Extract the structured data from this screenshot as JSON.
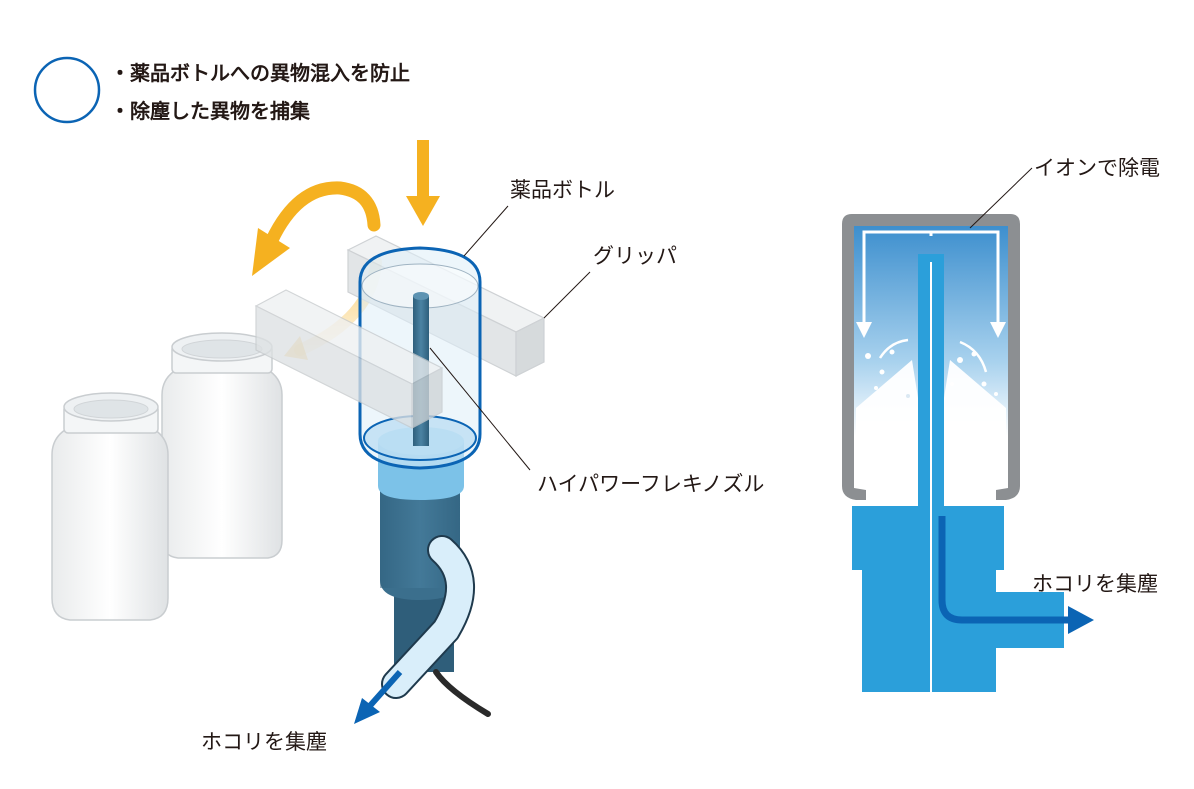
{
  "header": {
    "bullets": [
      "・薬品ボトルへの異物混入を防止",
      "・除塵した異物を捕集"
    ]
  },
  "labels": {
    "bottle": "薬品ボトル",
    "gripper": "グリッパ",
    "nozzle": "ハイパワーフレキノズル",
    "dust_left": "ホコリを集塵",
    "ion": "イオンで除電",
    "dust_right": "ホコリを集塵"
  },
  "colors": {
    "accent_blue": "#0b64b4",
    "arrow_orange": "#f5b120",
    "nozzle_blue": "#2b9fda",
    "nozzle_dark": "#3b6f8d"
  }
}
